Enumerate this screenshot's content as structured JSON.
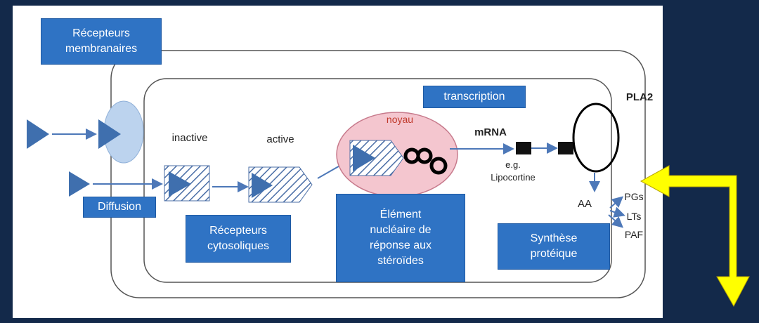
{
  "labels": {
    "recepteurs_membranaires": "Récepteurs\nmembranaires",
    "transcription": "transcription",
    "pla2": "PLA2",
    "noyau": "noyau",
    "inactive": "inactive",
    "active": "active",
    "mrna": "mRNA",
    "eg_lipocortine": "e.g.\nLipocortine",
    "diffusion": "Diffusion",
    "aa": "AA",
    "pgs": "PGs",
    "lts": "LTs",
    "paf": "PAF",
    "recepteurs_cytosoliques": "Récepteurs\ncytosoliques",
    "element_nucleaire": "Élément\nnucléaire de\nréponse aux\nstéroïdes",
    "synthese_proteique": "Synthèse\nprotéique"
  },
  "colors": {
    "background": "#13294a",
    "panel": "#ffffff",
    "box_blue": "#2f73c4",
    "ligand_blue": "#3f6fae",
    "receptor_ellipse": "#bcd3ee",
    "nucleus": "#f4c6cf",
    "nucleus_label": "#c0392b",
    "arrow_yellow": "#ffff00"
  }
}
